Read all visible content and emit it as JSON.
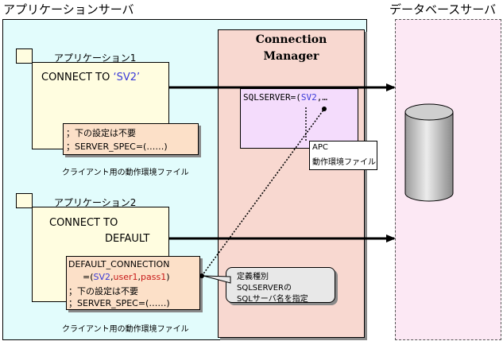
{
  "app_server": {
    "label": "アプリケーションサーバ",
    "app1": {
      "title": "アプリケーション1",
      "connect_prefix": "CONNECT TO ",
      "connect_target": "‘SV2’",
      "note_line1": "；下の設定は不要",
      "note_line2": "；SERVER_SPEC=(……)",
      "file_label": "クライアント用の動作環境ファイル"
    },
    "app2": {
      "title": "アプリケーション2",
      "connect_line1": "CONNECT TO",
      "connect_line2": "DEFAULT",
      "note_line1": "DEFAULT_CONNECTION",
      "note_eq": "=(",
      "note_sv": "SV2",
      "note_comma1": ",",
      "note_user": "user1",
      "note_comma2": ",",
      "note_pass": "pass1",
      "note_close": ")",
      "note_line3": "；下の設定は不要",
      "note_line4": "；SERVER_SPEC=(……)",
      "file_label": "クライアント用の動作環境ファイル"
    }
  },
  "connection_manager": {
    "title_line1": "Connection",
    "title_line2": "Manager",
    "apc_prefix": "SQLSERVER=(",
    "apc_sv": "SV2",
    "apc_suffix": ",…",
    "apc_label_line1": "APC",
    "apc_label_line2": "動作環境ファイル"
  },
  "callout": {
    "line1": "定義種別",
    "line2": "SQLSERVERの",
    "line3": "SQLサーバ名を指定"
  },
  "db_server": {
    "label": "データベースサーバ"
  },
  "colors": {
    "app_server_bg": "#e2fcfc",
    "cm_bg": "#f8d8d0",
    "db_bg": "#fce8f4",
    "app_box_bg": "#fffde0",
    "note_bg": "#fce0c8",
    "apc_bg": "#f4dcfc",
    "callout_bg": "#e8e8e8",
    "sv_blue": "#3a3ad8",
    "param_red": "#c81818"
  }
}
